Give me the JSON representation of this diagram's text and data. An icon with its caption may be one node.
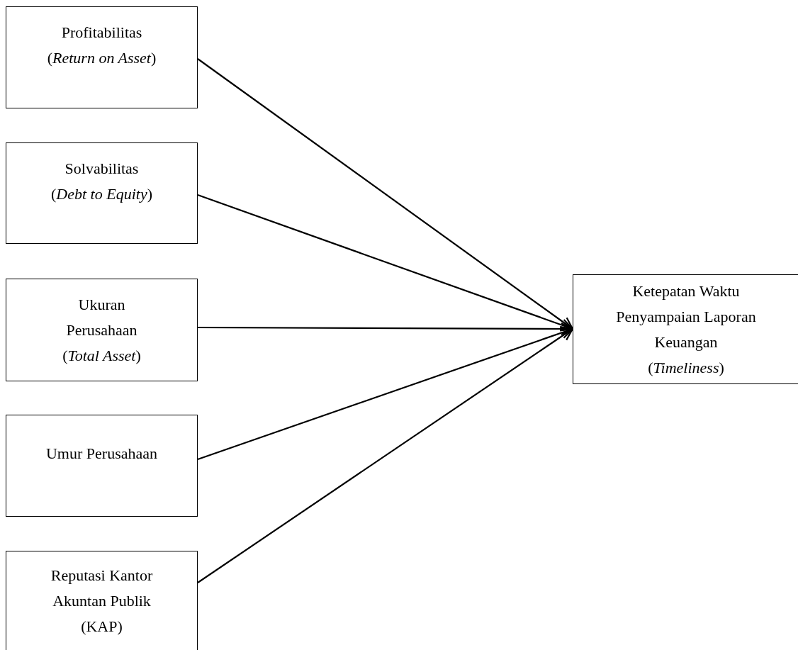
{
  "diagram": {
    "nodes": [
      {
        "text": [
          "Profitabilitas",
          "(*Return on Asset*)"
        ]
      },
      {
        "text": [
          "Solvabilitas",
          "(*Debt to Equity*)"
        ]
      },
      {
        "text": [
          "Ukuran Perusahaan",
          "(*Total Asset*)"
        ]
      },
      {
        "text": [
          "Umur Perusahaan"
        ]
      },
      {
        "text": [
          "Reputasi Kantor Akuntan Publik (KAP)"
        ]
      },
      {
        "text": [
          "Ketepatan Waktu Penyampaian Laporan Keuangan",
          "(*Timeliness*)"
        ]
      }
    ],
    "edges": [
      {
        "from": 0,
        "to": 5,
        "arrow": "to"
      },
      {
        "from": 1,
        "to": 5,
        "arrow": "to"
      },
      {
        "from": 2,
        "to": 5,
        "arrow": "to"
      },
      {
        "from": 3,
        "to": 5,
        "arrow": "to"
      },
      {
        "from": 4,
        "to": 5,
        "arrow": "to"
      }
    ]
  }
}
